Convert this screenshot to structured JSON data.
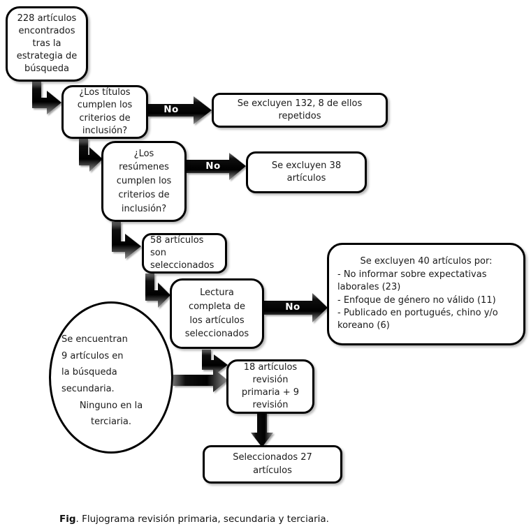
{
  "nodes": {
    "initial": {
      "text": "228 artículos\nencontrados\ntras la\nestrategia de\nbúsqueda"
    },
    "titles_question": {
      "text": "¿Los títulos\ncumplen los\ncriterios de\ninclusión?"
    },
    "excluded_titles": {
      "text": "Se excluyen 132, 8 de ellos\nrepetidos"
    },
    "abstracts_question": {
      "text": "¿Los\nresúmenes\ncumplen los\ncriterios de\ninclusión?"
    },
    "excluded_abstracts": {
      "text": "Se excluyen 38\nartículos"
    },
    "selected_58": {
      "text": "58 artículos\nson\nseleccionados"
    },
    "full_reading": {
      "text": "Lectura\ncompleta de\nlos artículos\nseleccionados"
    },
    "excluded_full_reading": {
      "title": "Se excluyen 40 artículos por:",
      "items": [
        "- No informar sobre expectativas laborales (23)",
        "- Enfoque de género no válido (11)",
        "- Publicado en portugués, chino y/o koreano (6)"
      ]
    },
    "secondary_search": {
      "text1": "Se encuentran\n9 artículos en\nla búsqueda\nsecundaria.",
      "text2": "Ninguno en la\nterciaria."
    },
    "combined_review": {
      "text": "18 artículos\nrevisión\nprimaria + 9\nrevisión"
    },
    "final_selection": {
      "text": "Seleccionados 27\nartículos"
    }
  },
  "labels": {
    "no_titles": "No",
    "no_abstracts": "No",
    "no_reading": "No"
  },
  "caption": {
    "prefix": "Fig",
    "text": ". Flujograma revisión primaria, secundaria y terciaria."
  },
  "colors": {
    "arrow_dark": "#000000",
    "arrow_light": "#8a8a8a",
    "border": "#000000",
    "background": "#ffffff"
  }
}
